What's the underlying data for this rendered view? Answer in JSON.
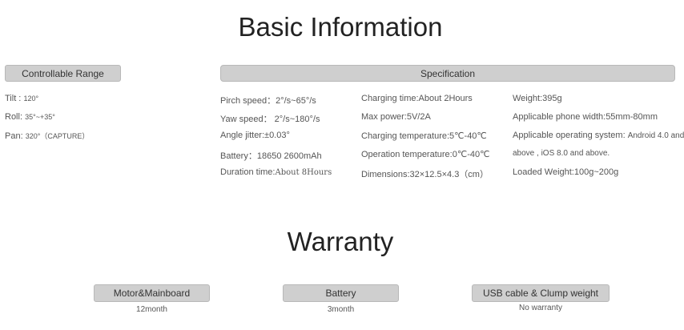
{
  "basic": {
    "title": "Basic Information",
    "controllable_range": {
      "header": "Controllable Range",
      "tilt_label": "Tilt :",
      "tilt_value": "120°",
      "roll_label": "Roll:",
      "roll_value": "35°~+35°",
      "pan_label": "Pan:",
      "pan_value": "320°（CAPTURE）"
    },
    "specification": {
      "header": "Specification",
      "col1": {
        "pitch": "Pirch speed：2°/s~65°/s",
        "yaw": "Yaw  speed： 2°/s~180°/s",
        "jitter": "Angle jitter:±0.03°",
        "battery": "Battery：18650  2600mAh",
        "duration_label": "Duration time:",
        "duration_value": "About 8Hours"
      },
      "col2": {
        "charging_time": "Charging time:About 2Hours",
        "max_power": "Max power:5V/2A",
        "charging_temp": "Charging temperature:5℃-40℃",
        "operation_temp": "Operation temperature:0℃-40℃",
        "dimensions": "Dimensions:32×12.5×4.3（cm）"
      },
      "col3": {
        "weight": "Weight:395g",
        "phone_width": "Applicable phone width:55mm-80mm",
        "os_line1_label": "Applicable operating system: ",
        "os_line1_value": "Android 4.0 and",
        "os_line2": "above , iOS 8.0 and  above.",
        "loaded_weight": "Loaded Weight:100g~200g"
      }
    }
  },
  "warranty": {
    "title": "Warranty",
    "items": [
      {
        "label": "Motor&Mainboard",
        "value": "12month"
      },
      {
        "label": "Battery",
        "value": "3month"
      },
      {
        "label": "USB cable & Clump weight",
        "value": "No warranty"
      }
    ]
  }
}
